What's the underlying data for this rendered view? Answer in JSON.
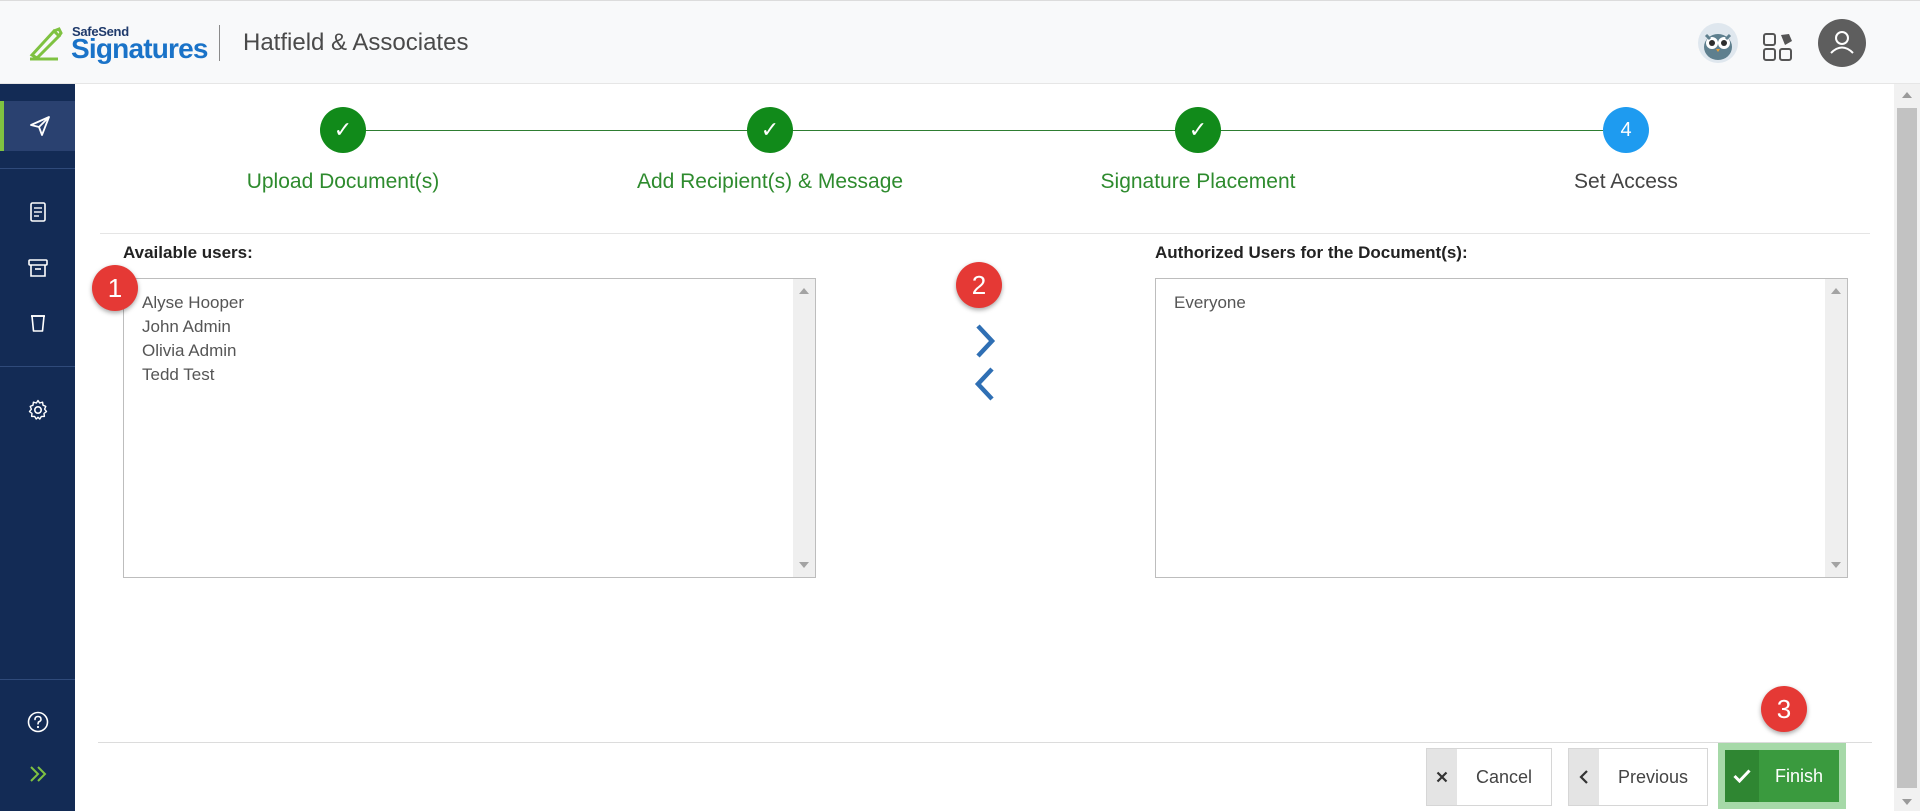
{
  "header": {
    "logo_small": "SafeSend",
    "logo_big": "Signatures",
    "company": "Hatfield & Associates",
    "icons": [
      "owl-icon",
      "apps-icon",
      "user-icon"
    ]
  },
  "sidebar": {
    "items": [
      {
        "icon": "send-icon",
        "active": true
      },
      {
        "icon": "document-icon"
      },
      {
        "icon": "archive-icon"
      },
      {
        "icon": "trash-icon"
      },
      {
        "icon": "gear-icon"
      },
      {
        "icon": "help-icon"
      },
      {
        "icon": "expand-icon"
      }
    ]
  },
  "stepper": {
    "steps": [
      {
        "label": "Upload Document(s)",
        "status": "done",
        "mark": "✓"
      },
      {
        "label": "Add Recipient(s) & Message",
        "status": "done",
        "mark": "✓"
      },
      {
        "label": "Signature Placement",
        "status": "done",
        "mark": "✓"
      },
      {
        "label": "Set Access",
        "status": "current",
        "mark": "4"
      }
    ]
  },
  "available": {
    "label": "Available users:",
    "users": [
      "Alyse Hooper",
      "John Admin",
      "Olivia Admin",
      "Tedd Test"
    ]
  },
  "authorized": {
    "label": "Authorized Users for the Document(s):",
    "users": [
      "Everyone"
    ]
  },
  "badges": [
    "1",
    "2",
    "3"
  ],
  "footer": {
    "cancel_label": "Cancel",
    "previous_label": "Previous",
    "finish_label": "Finish"
  },
  "colors": {
    "sidebar": "#132b55",
    "accent_green": "#118a1a",
    "step_current": "#1e9bf0",
    "arrow_blue": "#2f6fb4",
    "badge_red": "#e53935"
  }
}
